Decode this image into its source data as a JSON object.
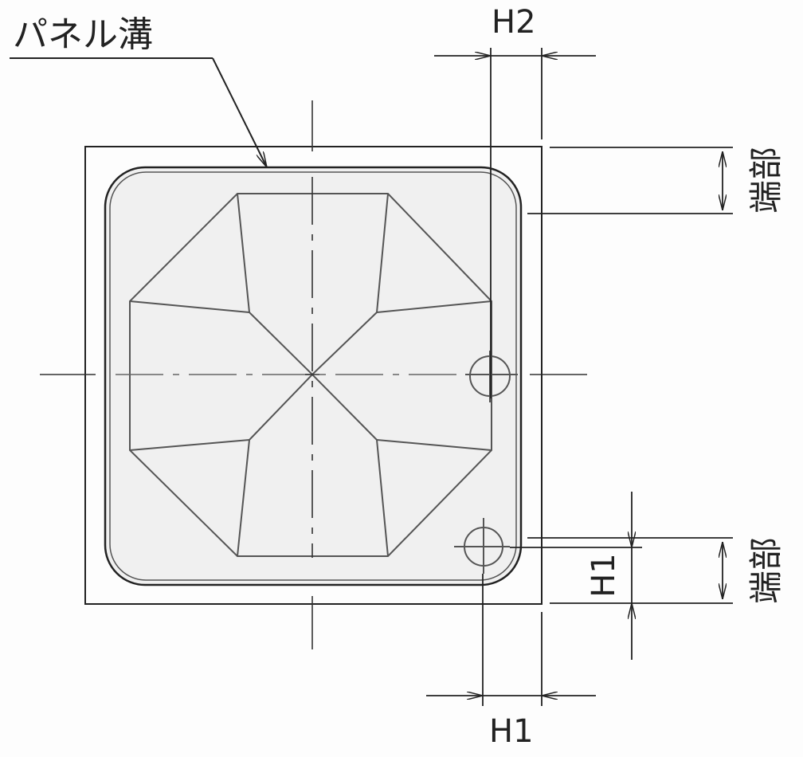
{
  "diagram": {
    "type": "technical drawing — panel top view",
    "labels": {
      "panel_groove": "パネル溝",
      "h2_top": "H2",
      "h1_bottom": "H1",
      "h1_side": "H1",
      "edge_top": "端部",
      "edge_bottom": "端部"
    },
    "colors": {
      "line": "#222222",
      "inner_line": "#555555",
      "panel_fill": "#f0f0f0",
      "background": "#fdfdfd"
    }
  }
}
